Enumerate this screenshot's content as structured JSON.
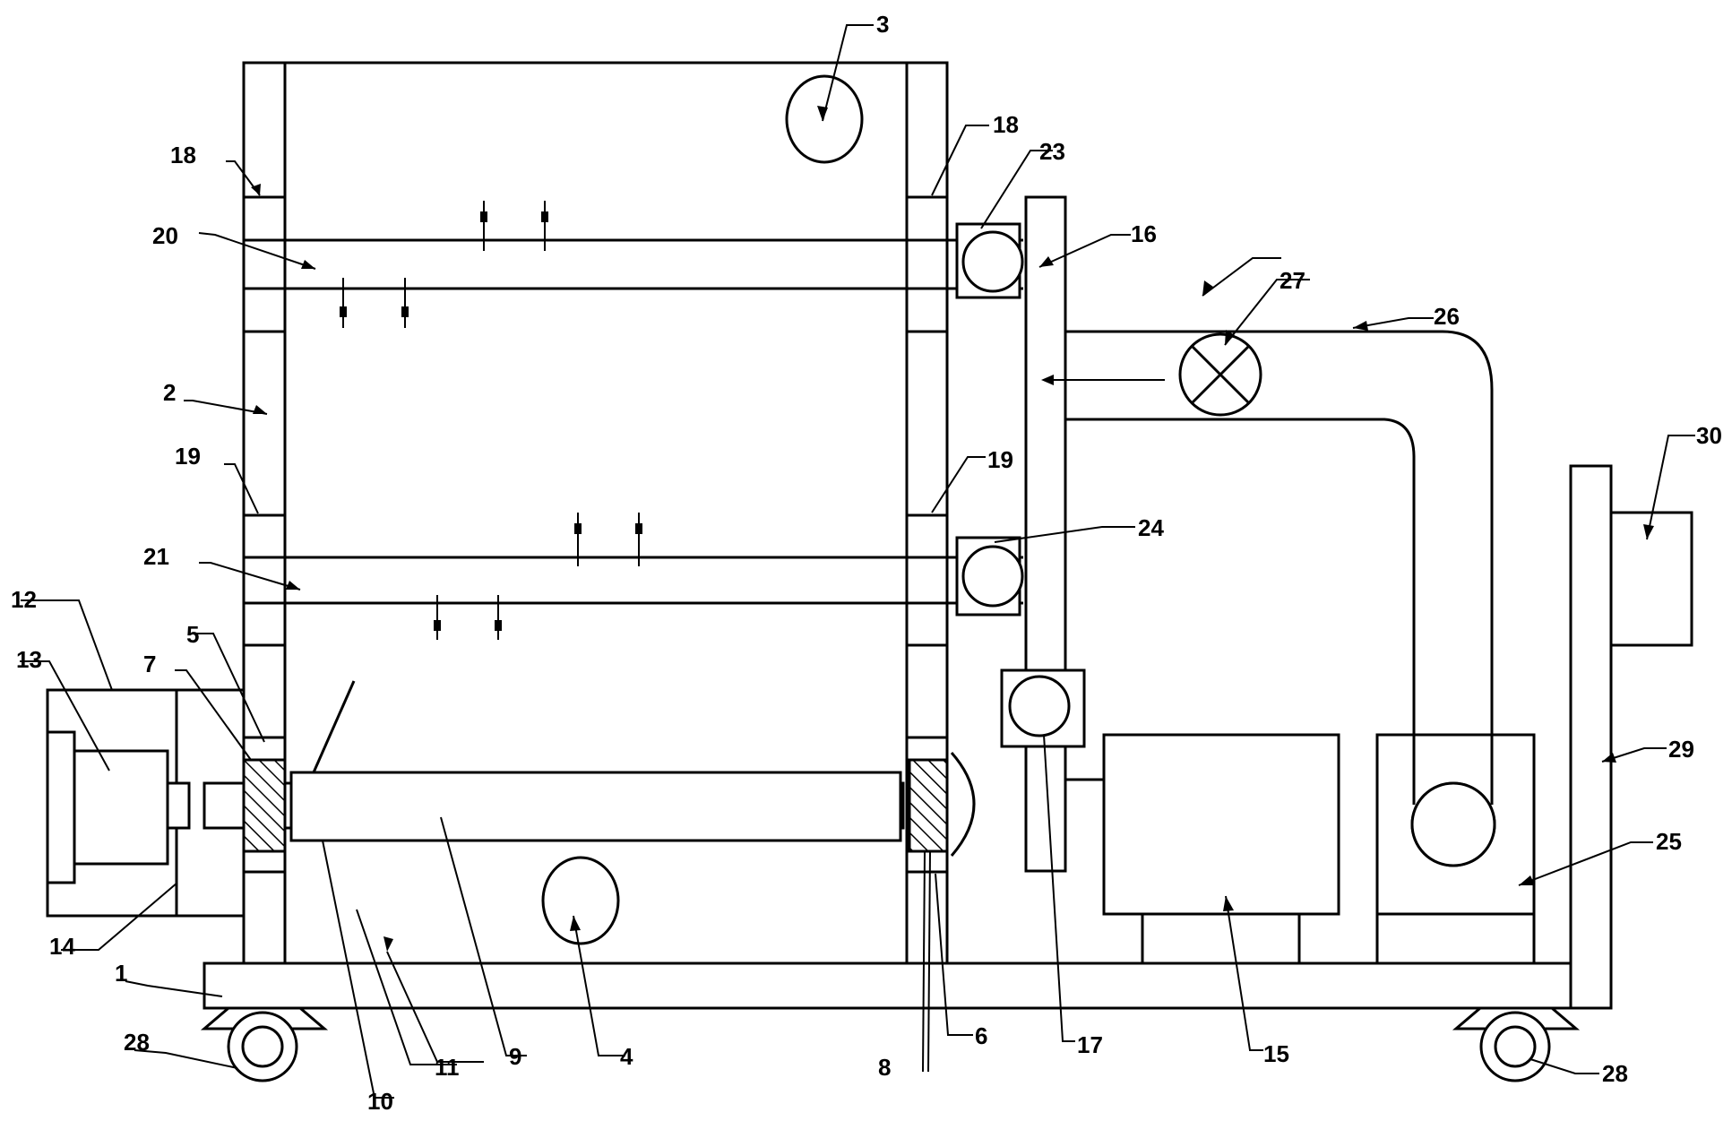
{
  "labels": {
    "l1": "1",
    "l2": "2",
    "l3": "3",
    "l4": "4",
    "l5": "5",
    "l6": "6",
    "l7": "7",
    "l8": "8",
    "l9": "9",
    "l10": "10",
    "l11": "11",
    "l12": "12",
    "l13": "13",
    "l14": "14",
    "l15": "15",
    "l16": "16",
    "l17": "17",
    "l18a": "18",
    "l18b": "18",
    "l19a": "19",
    "l19b": "19",
    "l20": "20",
    "l21": "21",
    "l23": "23",
    "l24": "24",
    "l25": "25",
    "l26": "26",
    "l27": "27",
    "l28a": "28",
    "l28b": "28",
    "l29": "29",
    "l30": "30"
  }
}
